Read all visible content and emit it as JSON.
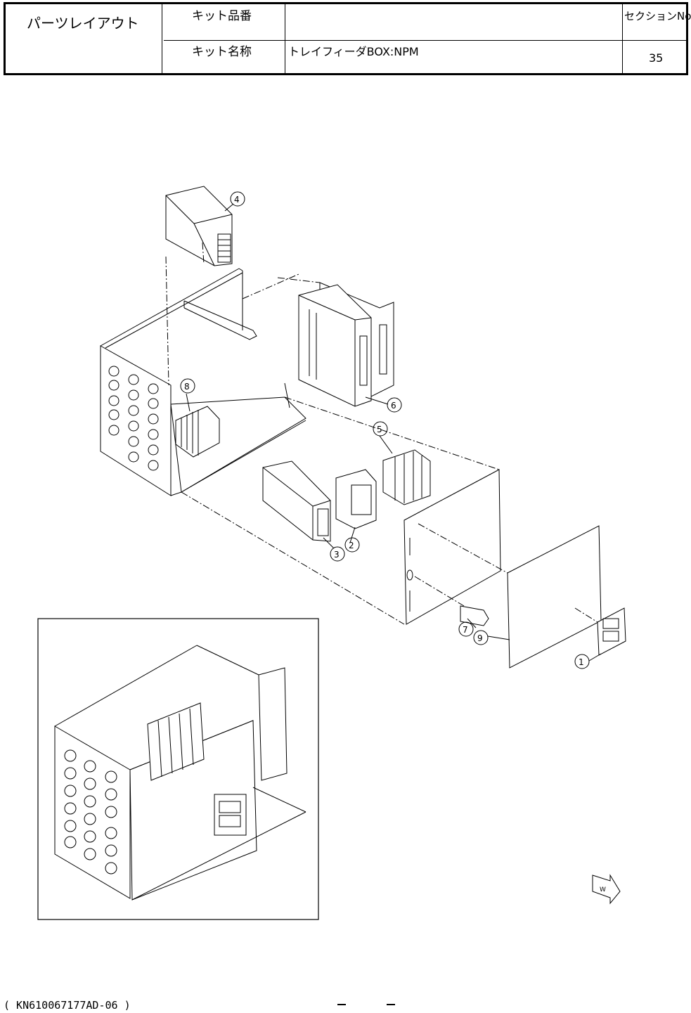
{
  "header": {
    "title": "パーツレイアウト",
    "kit_no_label": "キット品番",
    "kit_no_value": "",
    "kit_name_label": "キット名称",
    "kit_name_value": "トレイフィーダBOX:NPM",
    "section_label": "セクションNo.",
    "section_value": "35"
  },
  "callouts": [
    "1",
    "2",
    "3",
    "4",
    "5",
    "6",
    "7",
    "8",
    "9"
  ],
  "footer": {
    "doc_code": "( KN610067177AD-06 )"
  }
}
